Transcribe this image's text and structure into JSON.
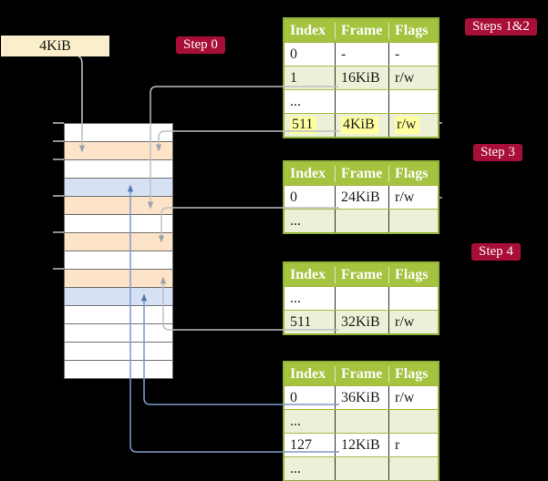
{
  "title": "page table walk diagram",
  "physical_memory": {
    "label_box": "4KiB",
    "rows": [
      "white",
      "orange",
      "white",
      "blue",
      "orange",
      "white",
      "orange",
      "white",
      "orange",
      "blue",
      "white",
      "white",
      "white",
      "white"
    ],
    "tick_row_boundaries": [
      0,
      1,
      2,
      4,
      6,
      8
    ],
    "colors": {
      "free": "#ffffff",
      "page_table": "#fde3c8",
      "data_page": "#d6e2f4"
    }
  },
  "badges": [
    {
      "label": "Step 0"
    },
    {
      "label": "Steps 1&2"
    },
    {
      "label": "Step 3"
    },
    {
      "label": "Step 4"
    }
  ],
  "tables": [
    {
      "name": "page-table-root",
      "headers": [
        "Index",
        "Frame",
        "Flags"
      ],
      "rows": [
        {
          "cells": [
            "0",
            "-",
            "-"
          ]
        },
        {
          "cells": [
            "1",
            "16KiB",
            "r/w"
          ]
        },
        {
          "cells": [
            "...",
            "",
            ""
          ]
        },
        {
          "cells": [
            "511",
            "4KiB",
            "r/w"
          ],
          "highlight": true
        }
      ]
    },
    {
      "name": "page-table-level2",
      "headers": [
        "Index",
        "Frame",
        "Flags"
      ],
      "rows": [
        {
          "cells": [
            "0",
            "24KiB",
            "r/w"
          ]
        },
        {
          "cells": [
            "...",
            "",
            ""
          ]
        }
      ]
    },
    {
      "name": "page-table-level3",
      "headers": [
        "Index",
        "Frame",
        "Flags"
      ],
      "rows": [
        {
          "cells": [
            "...",
            "",
            ""
          ]
        },
        {
          "cells": [
            "511",
            "32KiB",
            "r/w"
          ]
        }
      ]
    },
    {
      "name": "page-table-leaf",
      "headers": [
        "Index",
        "Frame",
        "Flags"
      ],
      "rows": [
        {
          "cells": [
            "0",
            "36KiB",
            "r/w"
          ]
        },
        {
          "cells": [
            "...",
            "",
            ""
          ]
        },
        {
          "cells": [
            "127",
            "12KiB",
            "r"
          ]
        },
        {
          "cells": [
            "...",
            "",
            ""
          ]
        }
      ]
    }
  ],
  "arrows": [
    {
      "from": "4KiB-label-box",
      "to": "memory-frame-4KiB",
      "color": "gray"
    },
    {
      "from": "table1-row-1",
      "to": "memory-frame-16KiB",
      "color": "gray"
    },
    {
      "from": "table1-row-511",
      "to": "memory-frame-4KiB",
      "color": "gray"
    },
    {
      "from": "table2-row-0",
      "to": "memory-frame-24KiB",
      "color": "gray"
    },
    {
      "from": "table3-row-511",
      "to": "memory-frame-32KiB",
      "color": "gray"
    },
    {
      "from": "table4-row-0",
      "to": "memory-frame-36KiB",
      "color": "blue"
    },
    {
      "from": "table4-row-127",
      "to": "memory-frame-12KiB",
      "color": "blue"
    }
  ],
  "colors": {
    "badge": "#a80f38",
    "table_header": "#a4c33f",
    "table_border": "#93b13a",
    "table_row_shade": "#ebf0d6",
    "highlight": "#ffffa0",
    "memory_orange": "#fde3c8",
    "memory_blue": "#d6e2f4",
    "connector_gray": "#bcbfc4",
    "connector_blue": "#7e99cb",
    "label_box": "#faeecb",
    "background": "#000000"
  }
}
